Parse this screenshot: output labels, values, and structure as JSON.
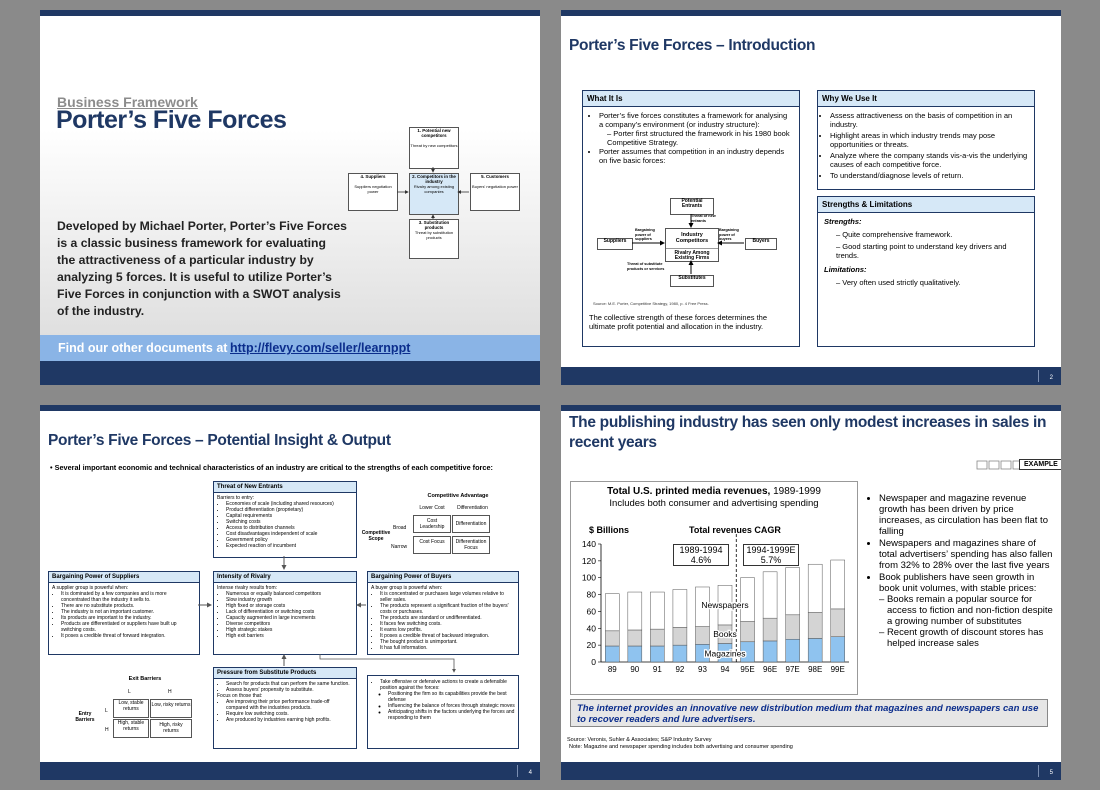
{
  "slide1": {
    "kicker": "Business Framework",
    "title": "Porter’s Five Forces",
    "body": "Developed by Michael Porter, Porter’s Five Forces is a classic business framework for evaluating the attractiveness of a particular industry by analyzing 5 forces.  It is useful to utilize Porter’s Five Forces in conjunction with a SWOT analysis of the industry.",
    "banner_prefix": "Find our other documents at ",
    "banner_link": "http://flevy.com/seller/learnppt",
    "diagram": {
      "c1_title": "1. Potential new competitors",
      "c1_sub": "Threat by new competitors",
      "c2_title": "2. Competitors in the industry",
      "c2_sub": "Rivalry among existing companies",
      "c3_title": "3. Substitution products",
      "c3_sub": "Threat by substitution products",
      "c4_title": "4. Suppliers",
      "c4_sub": "Suppliers negotiation power",
      "c5_title": "5. Customers",
      "c5_sub": "Buyers' negotiation power"
    }
  },
  "slide2": {
    "title": "Porter’s Five Forces – Introduction",
    "what_header": "What It Is",
    "what_b1": "Porter’s five forces constitutes a framework for analysing a company’s environment (or industry structure):",
    "what_sub1": "Porter first structured the framework in his 1980 book Competitive Strategy.",
    "what_b2": "Porter assumes that competition in an industry depends on five basic forces:",
    "diagram": {
      "entrants": "Potential Entrants",
      "threat_new": "Threat of new entrants",
      "industry": "Industry Competitors",
      "rivalry": "Rivalry Among Existing Firms",
      "suppliers": "Suppliers",
      "buyers": "Buyers",
      "sup_power": "Bargaining power of suppliers",
      "buy_power": "Bargaining power of buyers",
      "threat_sub": "Threat of substitute products or services",
      "substitutes": "Substitutes"
    },
    "source": "Source:  M.E. Porter, Competitive Strategy, 1980, p. 4 Free Press.",
    "what_footer": "The collective strength of these forces determines the ultimate profit potential and allocation in the industry.",
    "why_header": "Why We Use It",
    "why_items": [
      "Assess attractiveness on the basis of competition in an industry.",
      "Highlight areas in which industry trends may pose opportunities or threats.",
      "Analyze where the company stands vis-a-vis the underlying causes of each competitive force.",
      "To understand/diagnose levels of return."
    ],
    "sl_header": "Strengths & Limitations",
    "strengths_label": "Strengths:",
    "strengths": [
      "Quite comprehensive framework.",
      "Good starting point to understand key drivers and trends."
    ],
    "limitations_label": "Limitations:",
    "limitations": [
      "Very often used strictly qualitatively."
    ],
    "page": "2"
  },
  "slide3": {
    "title": "Porter’s Five Forces – Potential Insight & Output",
    "intro": "Several important economic and technical characteristics of an industry are critical to the strengths of each competitive force:",
    "tne_header": "Threat of New Entrants",
    "tne_lead": "Barriers to entry:",
    "tne_items": [
      "Economies of scale (including shared resources)",
      "Product differentiation (proprietary)",
      "Capital requirements",
      "Switching costs",
      "Access to distribution channels",
      "Cost disadvantages independent of scale",
      "Government policy",
      "Expected reaction of incumbent"
    ],
    "ca_title": "Competitive Advantage",
    "ca_lower": "Lower Cost",
    "ca_diff": "Differentiation",
    "ca_scope": "Competitive Scope",
    "ca_broad": "Broad",
    "ca_narrow": "Narrow",
    "ca_cells": [
      "Cost Leadership",
      "Differentiation",
      "Cost Focus",
      "Differentiation Focus"
    ],
    "bps_header": "Bargaining Power of Suppliers",
    "bps_lead": "A supplier group is powerful when:",
    "bps_items": [
      "It is dominated by a few companies and is more concentrated than the industry it sells to.",
      "There are no substitute products.",
      "The industry is not an important customer.",
      "Its products are important to the industry.",
      "Products are differentiated or suppliers have built up switching costs.",
      "It poses a credible threat of forward integration."
    ],
    "ior_header": "Intensity of Rivalry",
    "ior_lead": "Intense rivalry results from:",
    "ior_items": [
      "Numerous or equally balanced competitors",
      "Slow industry growth",
      "High fixed or storage costs",
      "Lack of differentiation or switching costs",
      "Capacity augmented in large increments",
      "Diverse competitors",
      "High strategic stakes",
      "High exit barriers"
    ],
    "bpb_header": "Bargaining Power of Buyers",
    "bpb_lead": "A buyer group is powerful when:",
    "bpb_items": [
      "It is concentrated or purchases large volumes relative to seller sales.",
      "The products represent a significant fraction of the buyers' costs or purchases.",
      "The products are standard or undifferentiated.",
      "It faces few switching costs.",
      "It earns low profits.",
      "It poses a credible threat of backward integration.",
      "The bought product is unimportant.",
      "It has full information."
    ],
    "eb_title": "Exit Barriers",
    "eb_l": "L",
    "eb_h": "H",
    "eb_rowlabel": "Entry Barriers",
    "eb_rl": "L",
    "eb_rh": "H",
    "eb_cells": [
      "Low, stable returns",
      "Low, risky returns",
      "High, stable returns",
      "High, risky returns"
    ],
    "pfs_header": "Pressure from Substitute Products",
    "pfs_items": [
      "Search for products that can perform the same function.",
      "Assess buyers' propensity to substitute."
    ],
    "pfs_focus": "Focus on those that:",
    "pfs_items2": [
      "Are improving their price performance trade-off compared with the industries products.",
      "Require low switching costs.",
      "Are produced by industries earning high profits."
    ],
    "def_lead": "Take offensive or defensive actions to create a defensible position against the forces:",
    "def_items": [
      "Positioning the firm so its capabilities provide the best defense",
      "Influencing the balance of forces through strategic moves",
      "Anticipating shifts in the factors underlying the forces and responding to them"
    ],
    "page": "4"
  },
  "slide4": {
    "title": "The publishing industry has seen only modest increases in sales in recent years",
    "badge": "EXAMPLE",
    "chart_title_bold": "Total U.S. printed media revenues,",
    "chart_title_rest": " 1989-1999",
    "chart_subtitle": "Includes both consumer and advertising spending",
    "cagr_title": "Total revenues CAGR",
    "cagr1_period": "1989-1994",
    "cagr1_value": "4.6%",
    "cagr2_period": "1994-1999E",
    "cagr2_value": "5.7%",
    "bullets": [
      "Newspaper and magazine revenue growth has been driven by price increases, as circulation has been flat to falling",
      "Newspapers and magazines share of total advertisers’ spending has also fallen from 32% to 28% over the last five years",
      "Book publishers have seen growth in book unit volumes, with stable prices:"
    ],
    "sub_bullets": [
      "Books remain a popular source for access to fiction and non-fiction despite a growing number of substitutes",
      "Recent growth of discount stores has helped increase sales"
    ],
    "callout": "The internet provides an innovative new distribution medium that magazines and newspapers can use to recover readers and lure advertisers.",
    "source": "Source:   Veronis, Suhler & Associates; S&P Industry Survey",
    "note": "Note:   Magazine and newspaper spending includes both advertising and consumer spending",
    "page": "5"
  },
  "chart_data": {
    "type": "bar",
    "stacked": true,
    "title": "Total U.S. printed media revenues, 1989-1999",
    "subtitle": "Includes both consumer and advertising spending",
    "ylabel": "$ Billions",
    "ylim": [
      0,
      140
    ],
    "yticks": [
      0,
      20,
      40,
      60,
      80,
      100,
      120,
      140
    ],
    "categories": [
      "89",
      "90",
      "91",
      "92",
      "93",
      "94",
      "95E",
      "96E",
      "97E",
      "98E",
      "99E"
    ],
    "series": [
      {
        "name": "Magazines",
        "color": "#8fc3ef",
        "values": [
          19,
          19,
          19,
          20,
          21,
          22,
          24,
          25,
          27,
          28,
          30
        ]
      },
      {
        "name": "Books",
        "color": "#d4d4d4",
        "values": [
          18,
          19,
          20,
          21,
          21,
          22,
          24,
          27,
          29,
          31,
          33
        ]
      },
      {
        "name": "Newspapers",
        "color": "#ffffff",
        "values": [
          44,
          45,
          44,
          45,
          47,
          47,
          52,
          55,
          56,
          57,
          58
        ]
      }
    ],
    "grid": false,
    "legend": "inline labels"
  }
}
